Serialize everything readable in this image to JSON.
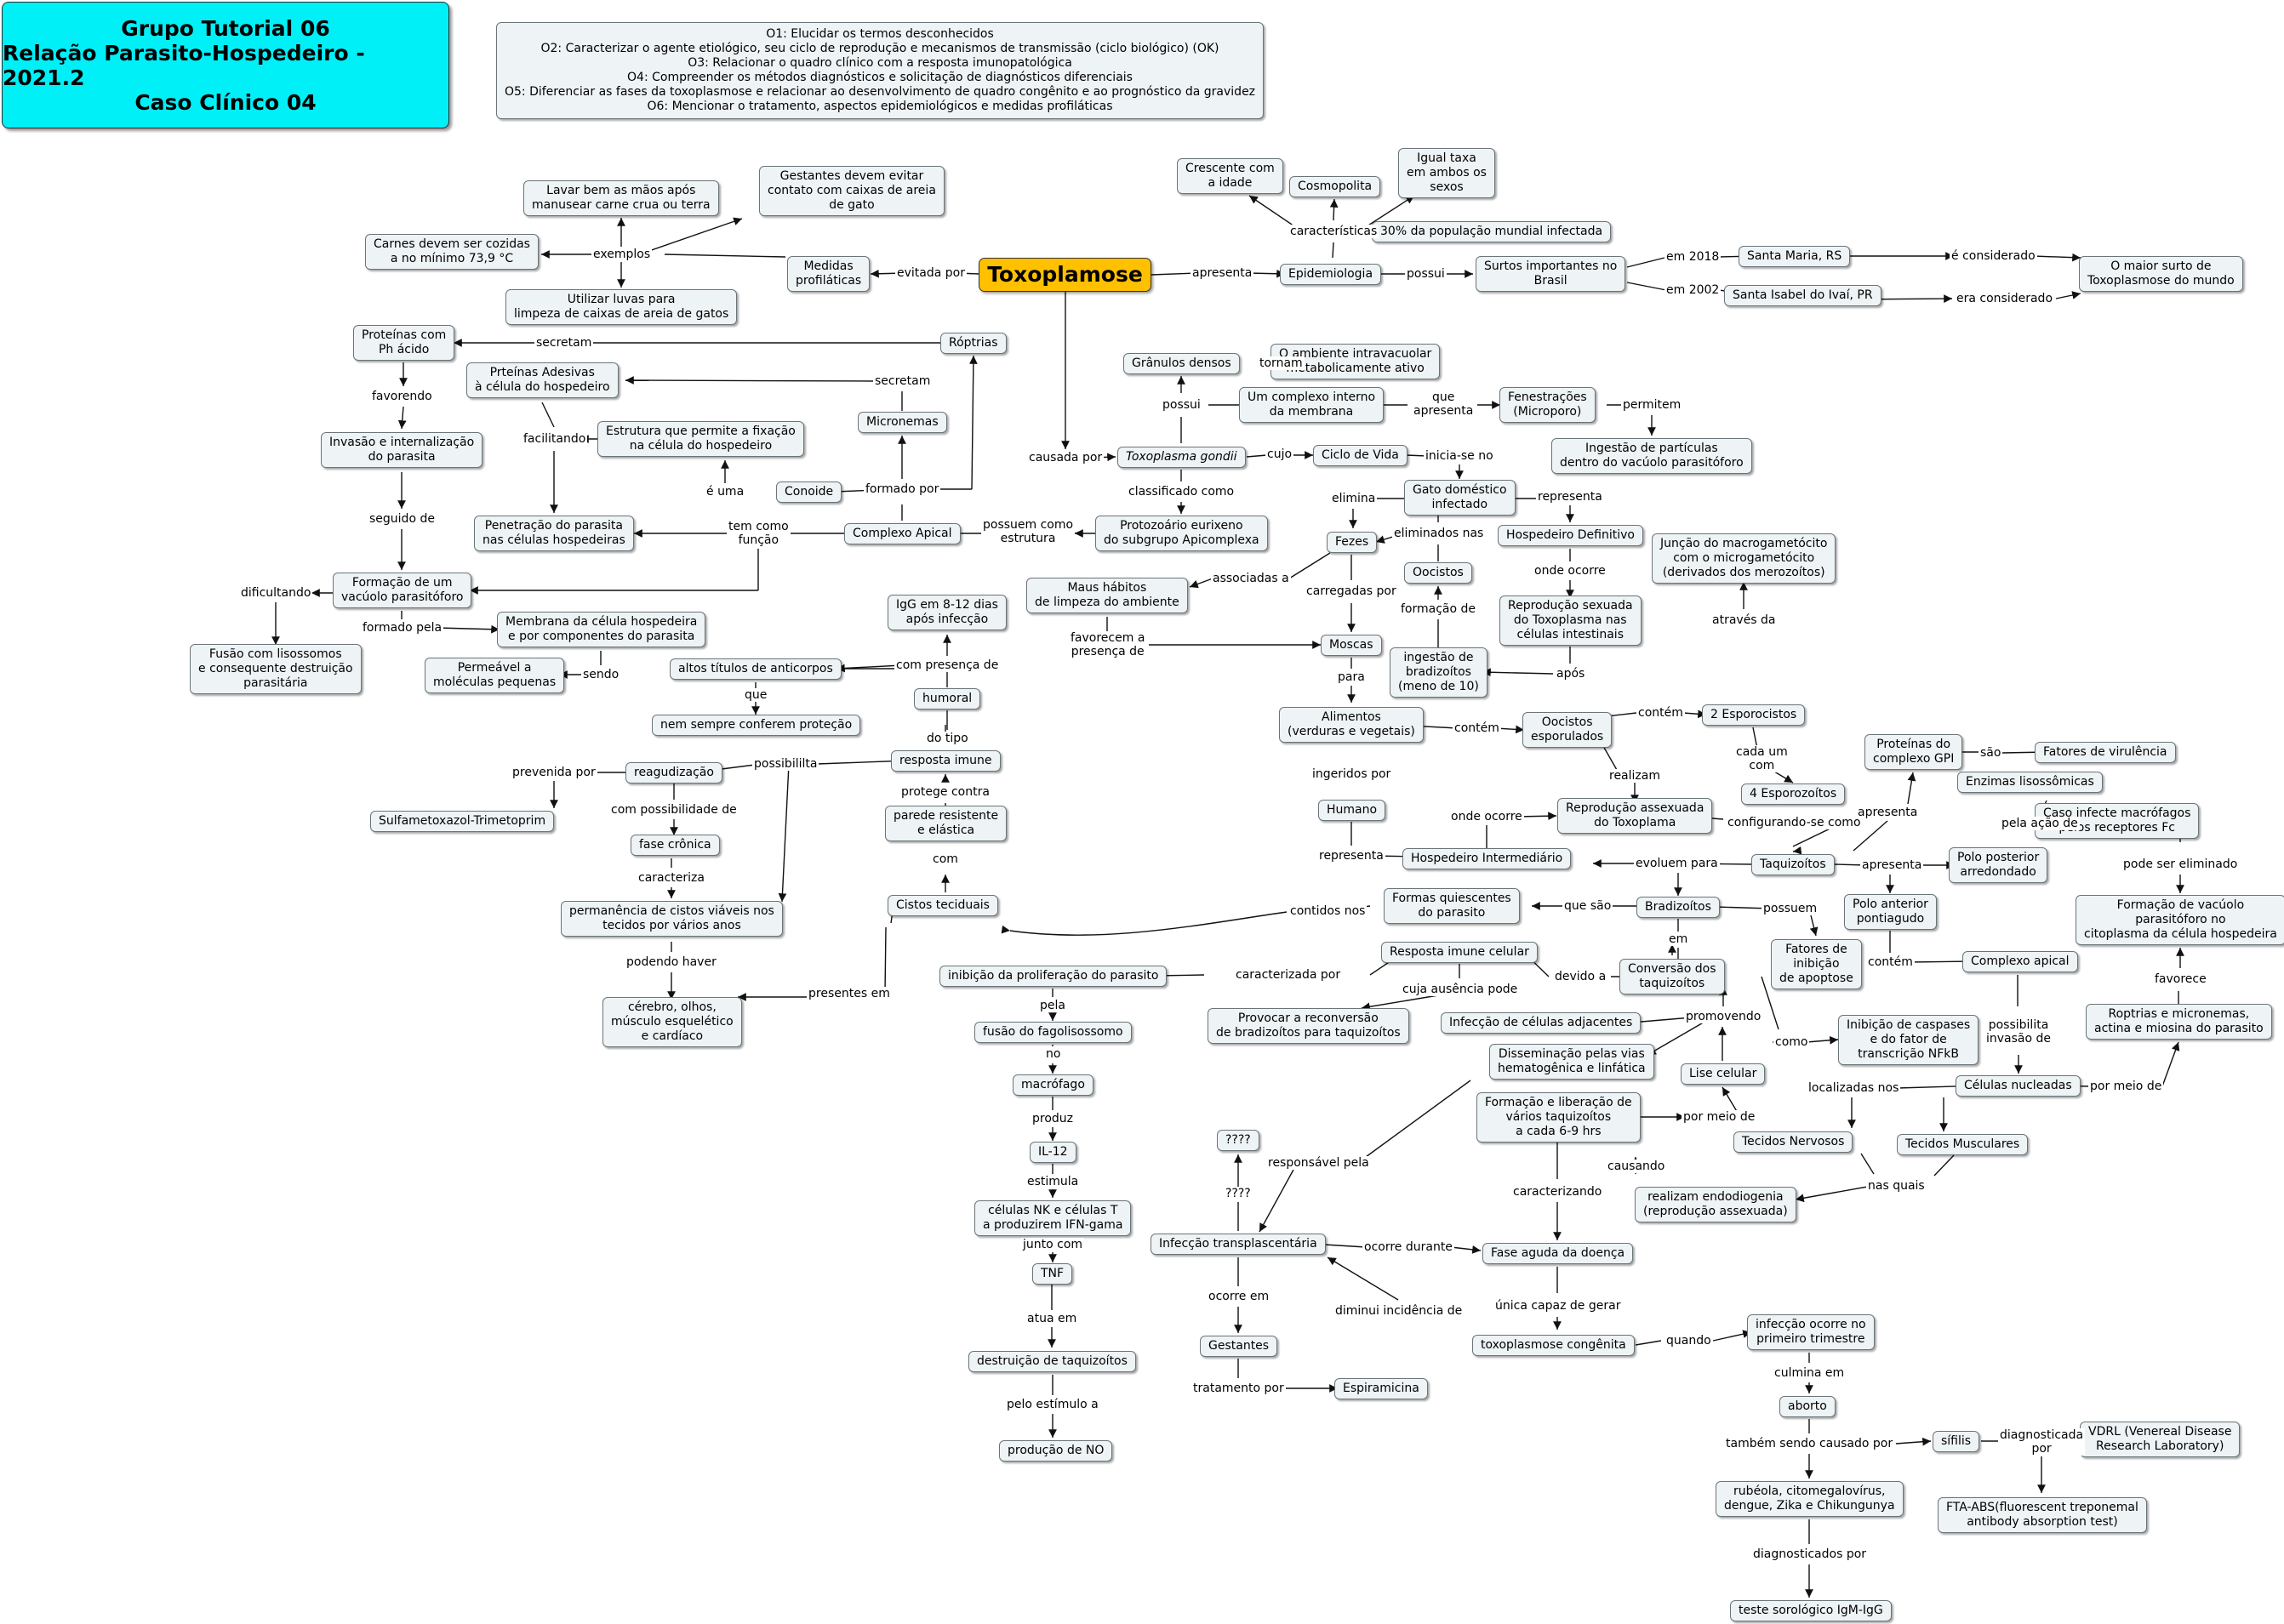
{
  "header": {
    "title_lines": [
      "Grupo Tutorial 06",
      "Relação Parasito-Hospedeiro - 2021.2",
      "Caso Clínico 04"
    ]
  },
  "objectives": [
    "O1: Elucidar os termos desconhecidos",
    "O2: Caracterizar o agente etiológico, seu ciclo de reprodução e mecanismos de transmissão (ciclo biológico) (OK)",
    "O3: Relacionar o quadro clínico com a resposta imunopatológica",
    "O4: Compreender os métodos diagnósticos e solicitação de diagnósticos diferenciais",
    "O5: Diferenciar as fases da toxoplasmose e relacionar ao desenvolvimento de quadro congênito e ao prognóstico da gravidez",
    "O6: Mencionar o tratamento, aspectos epidemiológicos e medidas profiláticas"
  ],
  "central": "Toxoplamose",
  "concepts": {
    "crescente": "Crescente com\na idade",
    "cosmopolita": "Cosmopolita",
    "igual_taxa": "Igual taxa\nem ambos os\nsexos",
    "populacao": "30% da população mundial infectada",
    "epidemiologia": "Epidemiologia",
    "surtos": "Surtos importantes no\nBrasil",
    "santa_maria": "Santa Maria, RS",
    "santa_isabel": "Santa Isabel do Ivaí, PR",
    "maior_surto": "O maior surto de\nToxoplasmose do mundo",
    "lavar": "Lavar bem as mãos após\nmanusear carne crua ou terra",
    "gestantes_evitar": "Gestantes devem evitar\ncontato com caixas de areia\nde gato",
    "carnes": "Carnes devem ser cozidas\na no mínimo 73,9 °C",
    "medidas": "Medidas\nprofiláticas",
    "luvas": "Utilizar luvas para\nlimpeza de caixas de areia de gatos",
    "proteinas_ph": "Proteínas com\nPh ácido",
    "roptrias": "Róptrias",
    "proteinas_adesivas": "Prteínas Adesivas\nà célula do hospedeiro",
    "micronemas": "Micronemas",
    "estrutura_fixacao": "Estrutura que permite a fixação\nna célula do hospedeiro",
    "conoide": "Conoide",
    "invasao": "Invasão e internalização\ndo parasita",
    "penetracao": "Penetração do parasita\nnas células hospedeiras",
    "complexo_apical_1": "Complexo Apical",
    "formacao_vacuolo": "Formação de um\nvacúolo parasitóforo",
    "membrana": "Membrana da célula hospedeira\ne por componentes do parasita",
    "fusao_lisossomos": "Fusão com lisossomos\ne consequente destruição\nparasitária",
    "permeavel": "Permeável a\nmoléculas pequenas",
    "granulos": "Grânulos densos",
    "ambiente": "O ambiente intravacuolar\nmetabolicamente ativo",
    "complexo_membrana": "Um complexo interno\nda membrana",
    "fenestracoes": "Fenestrações\n(Microporo)",
    "ingestao_particulas": "Ingestão de partículas\ndentro do vacúolo parasitóforo",
    "toxoplasma": "Toxoplasma gondii",
    "ciclo_vida": "Ciclo de Vida",
    "gato": "Gato doméstico\ninfectado",
    "protozoario": "Protozoário eurixeno\ndo subgrupo Apicomplexa",
    "fezes": "Fezes",
    "hospedeiro_definitivo": "Hospedeiro Definitivo",
    "juncao": "Junção do macrogametócito\ncom o microgametócito\n(derivados dos merozoítos)",
    "oocistos": "Oocistos",
    "reproducao_sexuada": "Reprodução sexuada\ndo Toxoplasma nas\ncélulas intestinais",
    "maus_habitos": "Maus hábitos\nde limpeza do ambiente",
    "moscas": "Moscas",
    "ingestao_bradizoitos": "ingestão de\nbradizoítos\n(meno de 10)",
    "igg": "IgG em 8-12 dias\napós infecção",
    "altos_titulos": "altos títulos de anticorpos",
    "humoral": "humoral",
    "nem_sempre": "nem sempre conferem proteção",
    "alimentos": "Alimentos\n(verduras e vegetais)",
    "oocistos_esporulados": "Oocistos\nesporulados",
    "dois_esporocistos": "2 Esporocistos",
    "reagudizacao": "reagudização",
    "resposta_imune": "resposta imune",
    "quatro_esporozoitos": "4 Esporozoítos",
    "proteinas_gpi": "Proteínas do\ncomplexo GPI",
    "fatores_virulencia": "Fatores de virulência",
    "enzimas": "Enzimas lisossômicas",
    "sulfametoxazol": "Sulfametoxazol-Trimetoprim",
    "parede": "parede resistente\ne elástica",
    "humano": "Humano",
    "reproducao_assexuada": "Reprodução assexuada\ndo Toxoplama",
    "caso_infecte": "Caso infecte macrófagos\npelos receptores Fc",
    "fase_cronica": "fase crônica",
    "hospedeiro_intermediario": "Hospedeiro Intermediário",
    "taquizoitos": "Taquizoítos",
    "polo_posterior": "Polo posterior\narredondado",
    "cistos": "Cistos teciduais",
    "formas_quiescentes": "Formas quiescentes\ndo parasito",
    "bradizoitos": "Bradizoítos",
    "polo_anterior": "Polo anterior\npontiagudo",
    "formacao_vacuolo_2": "Formação de vacúolo\nparasitóforo no\ncitoplasma da célula hospedeira",
    "permanencia": "permanência de cistos viáveis nos\ntecidos por vários anos",
    "resposta_celular": "Resposta imune celular",
    "fatores_apoptose": "Fatores de\ninibição\nde apoptose",
    "complexo_apical_2": "Complexo apical",
    "inibicao_proliferacao": "inibição da proliferação do parasito",
    "conversao": "Conversão dos\ntaquizoítos",
    "roptrias_micronemas": "Roptrias e micronemas,\nactina e miosina do parasito",
    "cerebro": "cérebro, olhos,\nmúsculo esquelético\ne cardíaco",
    "provocar": "Provocar a reconversão\nde bradizoítos para taquizoítos",
    "infeccao_adjacentes": "Infecção de células adjacentes",
    "fusao_fagolisossomo": "fusão do fagolisossomo",
    "inibicao_caspases": "Inibição de caspases\ne do fator de\ntranscrição NFkB",
    "disseminacao": "Disseminação pelas vias\nhematogênica e linfática",
    "lise": "Lise celular",
    "celulas_nucleadas": "Células nucleadas",
    "macrofago": "macrófago",
    "formacao_taquizoitos": "Formação e liberação de\nvários taquizoítos\na cada 6-9 hrs",
    "il12": "IL-12",
    "interrogacao": "????",
    "tecidos_nervosos": "Tecidos Nervosos",
    "tecidos_musculares": "Tecidos Musculares",
    "nk": "células NK e células T\na produzirem IFN-gama",
    "endodiogenia": "realizam endodiogenia\n(reprodução assexuada)",
    "infeccao_transplacentaria": "Infecção transplascentária",
    "fase_aguda": "Fase aguda da doença",
    "tnf": "TNF",
    "gestantes": "Gestantes",
    "toxoplasmose_congenita": "toxoplasmose congênita",
    "infeccao_primeiro": "infecção ocorre no\nprimeiro trimestre",
    "destruicao": "destruição de taquizoítos",
    "espiramicina": "Espiramicina",
    "aborto": "aborto",
    "sifilis": "sífilis",
    "vdrl": "VDRL (Venereal Disease\nResearch Laboratory)",
    "producao_no": "produção de NO",
    "rubeola": "rubéola, citomegalovírus,\ndengue, Zika e Chikungunya",
    "fta": "FTA-ABS(fluorescent treponemal\nantibody absorption test)",
    "teste": "teste sorológico IgM-IgG"
  },
  "links": {
    "evitada_por": "evitada por",
    "apresenta_1": "apresenta",
    "caracteristicas": "características",
    "possui_1": "possui",
    "em_2018": "em 2018",
    "em_2002": "em 2002",
    "e_considerado": "é considerado",
    "era_considerado": "era considerado",
    "exemplos": "exemplos",
    "secretam_1": "secretam",
    "secretam_2": "secretam",
    "favorendo": "favorendo",
    "facilitando": "facilitando",
    "e_uma": "é uma",
    "formado_por": "formado por",
    "seguido_de": "seguido de",
    "tem_como_funcao": "tem como\nfunção",
    "possuem_como_estrutura": "possuem como\nestrutura",
    "dificultando": "dificultando",
    "formado_pela": "formado pela",
    "sendo": "sendo",
    "tornam": "tornam",
    "possui_2": "possui",
    "que_apresenta": "que\napresenta",
    "permitem": "permitem",
    "causada_por": "causada por",
    "cujo": "cujo",
    "inicia_se_no": "inicia-se no",
    "classificado_como": "classificado como",
    "elimina": "elimina",
    "representa_1": "representa",
    "eliminados_nas": "eliminados nas",
    "onde_ocorre_1": "onde ocorre",
    "associadas_a": "associadas a",
    "carregadas_por": "carregadas por",
    "formacao_de": "formação de",
    "atraves_da": "através da",
    "favorecem": "favorecem a\npresença de",
    "apos": "após",
    "com_presenca_de": "com presença de",
    "que": "que",
    "para": "para",
    "do_tipo": "do tipo",
    "contem_1": "contém",
    "contem_2": "contém",
    "possibililta": "possibililta",
    "prevenida_por": "prevenida por",
    "protege_contra": "protege contra",
    "ingeridos_por": "ingeridos por",
    "realizam": "realizam",
    "cada_um_com": "cada um\ncom",
    "sao": "são",
    "com_possibilidade": "com possibilidade de",
    "onde_ocorre_2": "onde ocorre",
    "configurando": "configurando-se como",
    "apresenta_2": "apresenta",
    "pela_acao_de": "pela ação de",
    "com": "com",
    "caracteriza": "caracteriza",
    "representa_2": "representa",
    "evoluem_para": "evoluem para",
    "apresenta_3": "apresenta",
    "pode_ser_eliminado": "pode ser eliminado",
    "contidos_nos": "contidos nos",
    "que_sao": "que são",
    "possuem": "possuem",
    "em": "em",
    "podendo_haver": "podendo haver",
    "presentes_em": "presentes em",
    "caracterizada_por": "caracterizada por",
    "devido_a": "devido a",
    "contem_3": "contém",
    "favorece": "favorece",
    "cuja_ausencia": "cuja ausência pode",
    "pela": "pela",
    "promovendo": "promovendo",
    "possibilita_invasao": "possibilita\ninvasão de",
    "no": "no",
    "como": "como",
    "localizadas_nos": "localizadas nos",
    "por_meio_de_1": "por meio de",
    "produz": "produz",
    "por_meio_de_2": "por meio de",
    "estimula": "estimula",
    "responsavel_pela": "responsável pela",
    "causando": "causando",
    "interrogacao_link": "????",
    "nas_quais": "nas quais",
    "caracterizando": "caracterizando",
    "junto_com": "junto com",
    "ocorre_durante": "ocorre durante",
    "ocorre_em": "ocorre em",
    "diminui": "diminui incidência de",
    "unica_capaz": "única capaz de gerar",
    "atua_em": "atua em",
    "quando": "quando",
    "tratamento_por": "tratamento por",
    "culmina_em": "culmina em",
    "pelo_estimulo": "pelo estímulo a",
    "tambem_causado": "também sendo causado por",
    "diagnosticada_por": "diagnosticada\npor",
    "diagnosticados_por": "diagnosticados por"
  }
}
